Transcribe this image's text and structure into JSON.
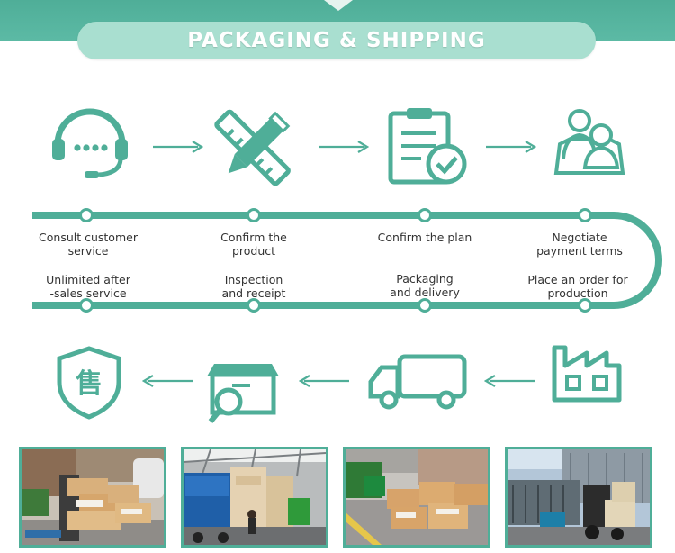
{
  "header": {
    "title": "PACKAGING & SHIPPING"
  },
  "colors": {
    "accent": "#4fae98",
    "pill": "#a9dfd0",
    "text": "#333333"
  },
  "icons": {
    "row1": [
      "headset-icon",
      "pencil-ruler-icon",
      "clipboard-check-icon",
      "handshake-users-icon"
    ],
    "row2": [
      "after-sales-shield-icon",
      "box-search-icon",
      "delivery-truck-icon",
      "factory-icon"
    ],
    "shield_glyph": "售"
  },
  "steps": {
    "top": [
      {
        "line1": "Consult customer",
        "line2": "service"
      },
      {
        "line1": "Confirm the",
        "line2": "product"
      },
      {
        "line1": "Confirm the plan",
        "line2": ""
      },
      {
        "line1": "Negotiate",
        "line2": "payment terms"
      }
    ],
    "bottom": [
      {
        "line1": "Unlimited after",
        "line2": "-sales service"
      },
      {
        "line1": "Inspection",
        "line2": "and receipt"
      },
      {
        "line1": "Packaging",
        "line2": "and delivery"
      },
      {
        "line1": "Place an order for",
        "line2": "production"
      }
    ]
  },
  "photos": [
    "warehouse-boxes-photo",
    "truck-loading-photo",
    "crates-lot-photo",
    "forklift-loading-photo"
  ]
}
